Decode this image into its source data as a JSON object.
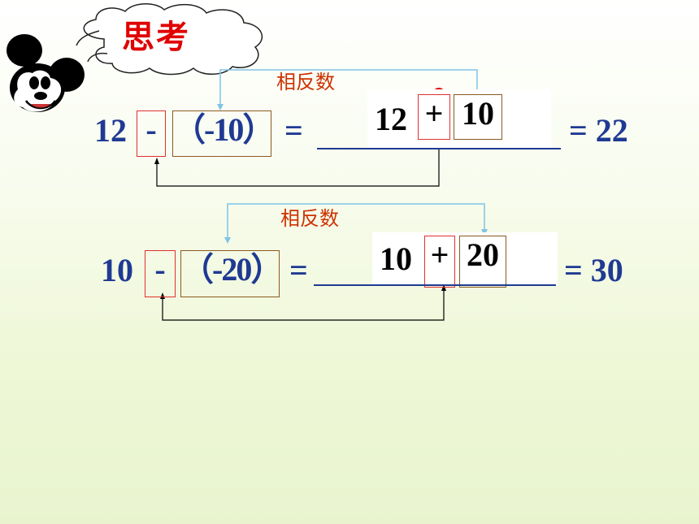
{
  "slide": {
    "title": "思考",
    "rows": [
      {
        "label": "相反数",
        "lhs_num": "12",
        "operator": "-",
        "operand": "（-10）",
        "equals": "=",
        "ans_left": "12",
        "ans_op": "+",
        "ans_right": "10",
        "result": "= 22"
      },
      {
        "label": "相反数",
        "lhs_num": "10",
        "operator": "-",
        "operand": "（-20）",
        "equals": "=",
        "ans_left": "10",
        "ans_op": "+",
        "ans_right": "20",
        "result": "= 30"
      }
    ]
  },
  "colors": {
    "equation": "#1f3a93",
    "label": "#cc3300",
    "title": "#e00000",
    "red_box": "#e03030",
    "olive_box": "#8a5a20",
    "connector_top": "#7fc4e8",
    "connector_bottom": "#000000"
  },
  "icons": [
    "thought-cloud-icon",
    "mickey-mouse-icon"
  ]
}
